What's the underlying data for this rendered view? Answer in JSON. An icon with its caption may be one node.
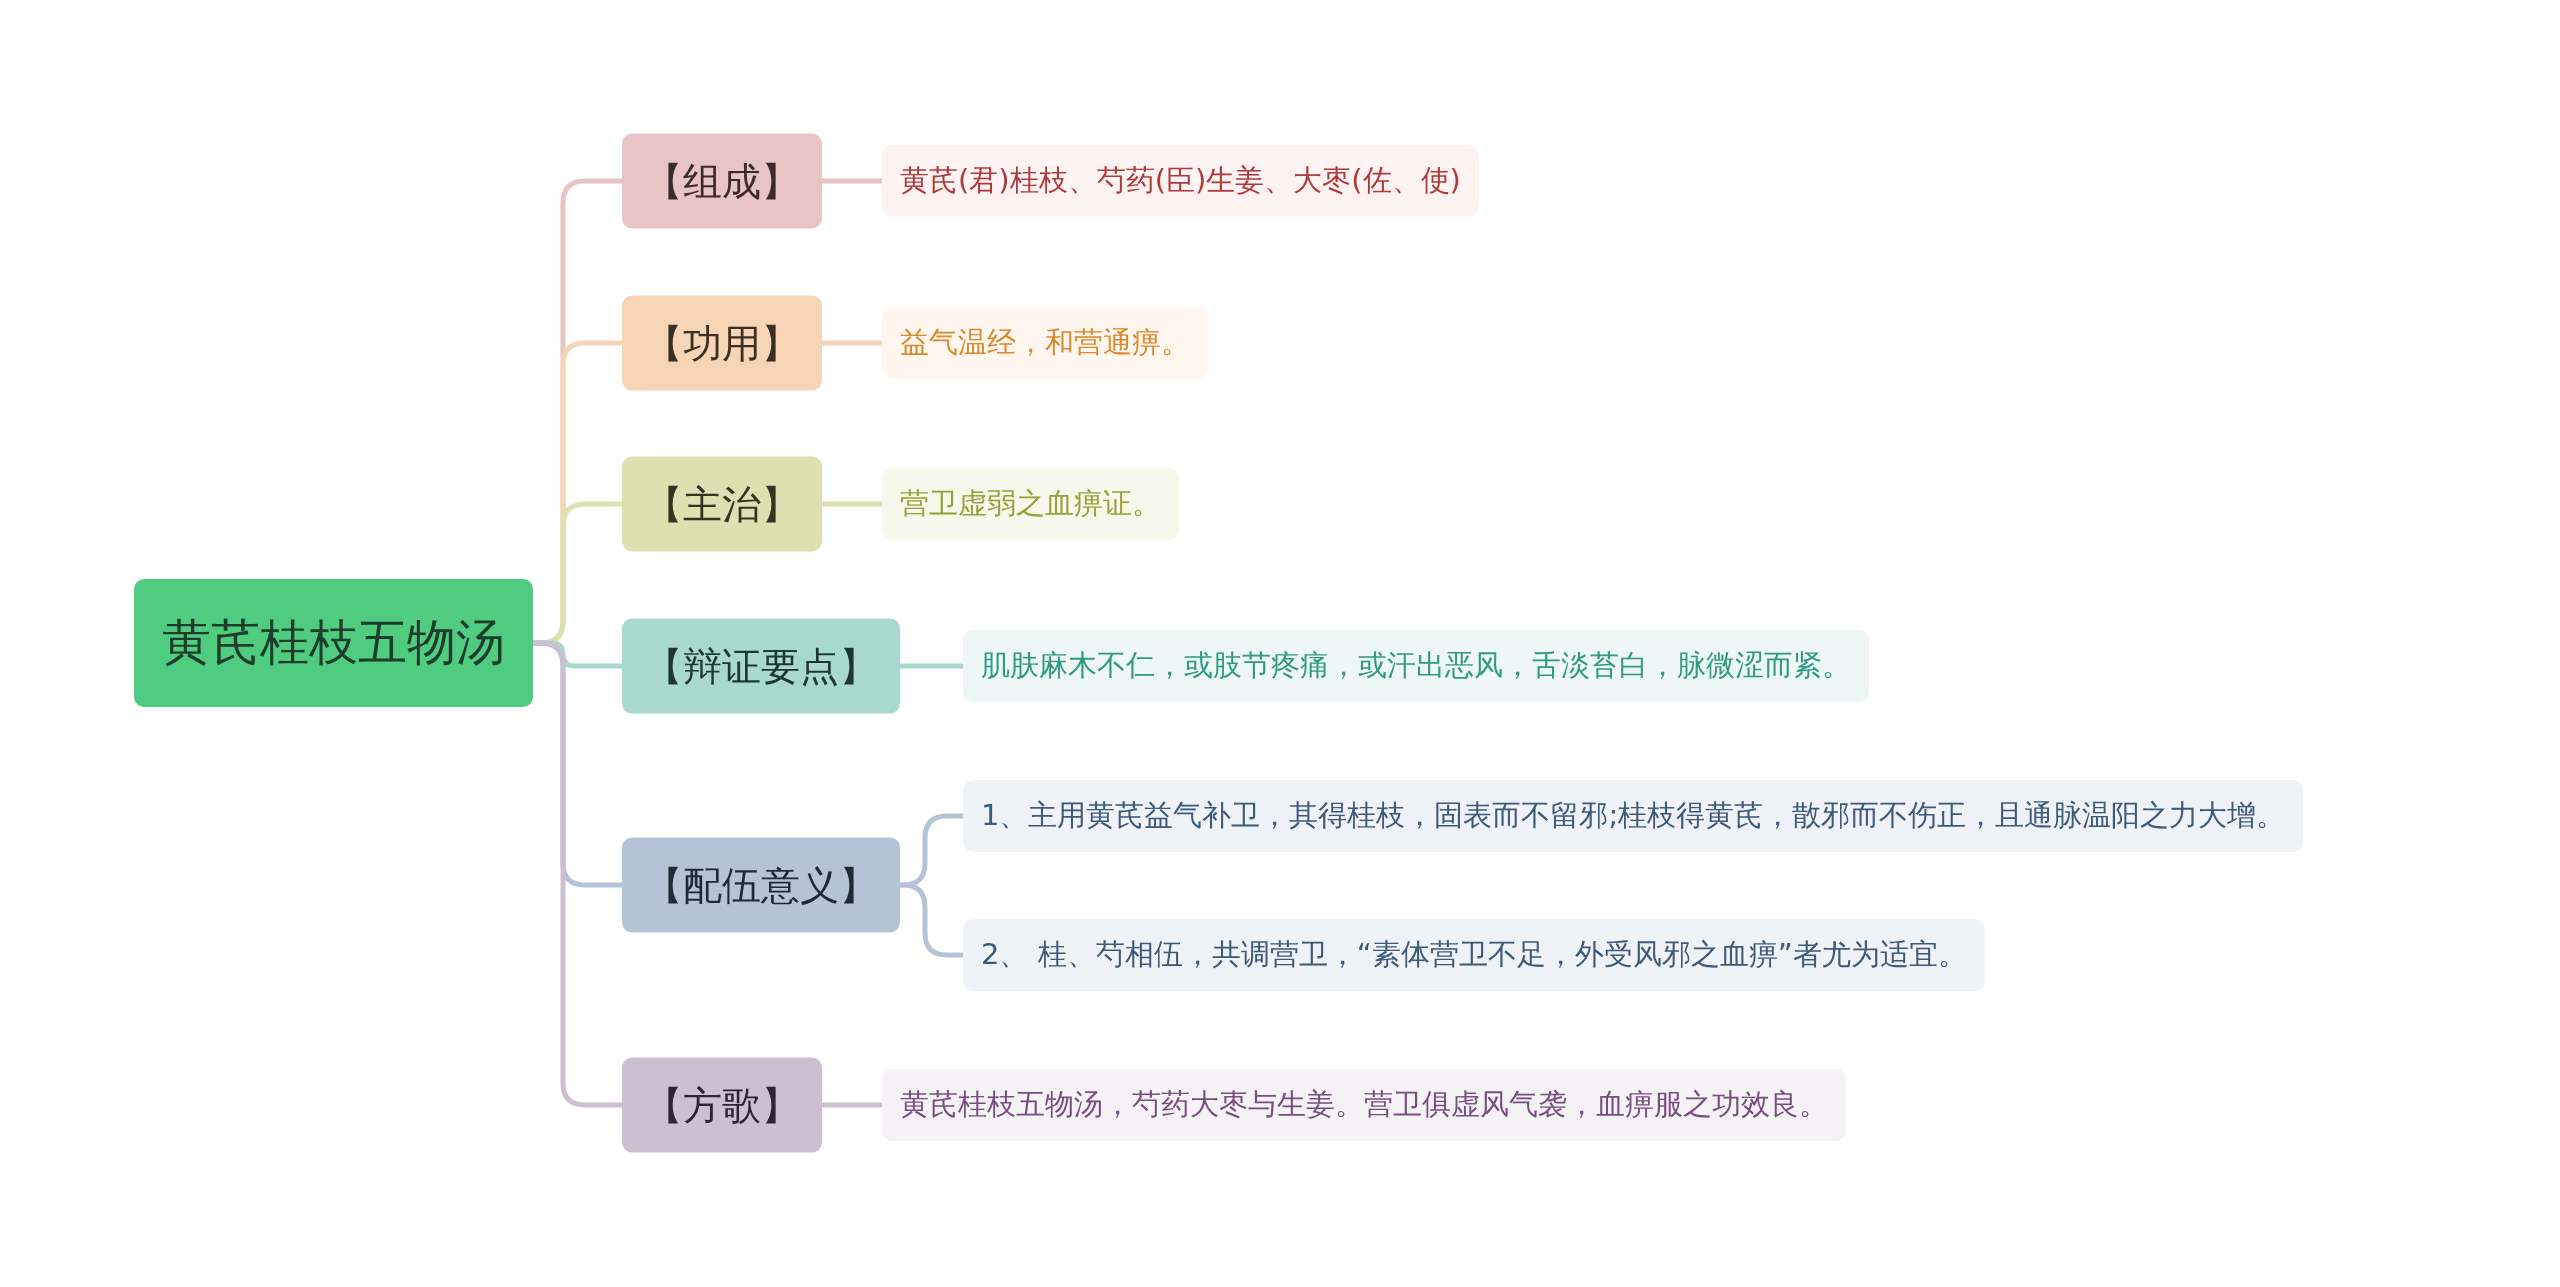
{
  "diagram": {
    "nodes": [
      {
        "text": [
          "黄芪桂枝五物汤"
        ]
      },
      {
        "text": [
          "【组成】"
        ]
      },
      {
        "text": [
          "黄芪(君)桂枝、芍药(臣)生姜、大枣(佐、使)"
        ]
      },
      {
        "text": [
          "【功用】"
        ]
      },
      {
        "text": [
          "益气温经，和营通痹。"
        ]
      },
      {
        "text": [
          "【主治】"
        ]
      },
      {
        "text": [
          "营卫虚弱之血痹证。"
        ]
      },
      {
        "text": [
          "【辩证要点】"
        ]
      },
      {
        "text": [
          "肌肤麻木不仁，或肢节疼痛，或汗出恶风，舌淡苔白，脉微涩而紧。"
        ]
      },
      {
        "text": [
          "【配伍意义】"
        ]
      },
      {
        "text": [
          "1、主用黄芪益气补卫，其得桂枝，固表而不留邪;桂枝得黄芪，散邪而不伤正，且通脉温阳之力大增。"
        ]
      },
      {
        "text": [
          "2、 桂、芍相伍，共调营卫，“素体营卫不足，外受风邪之血痹”者尤为适宜。"
        ]
      },
      {
        "text": [
          "【方歌】"
        ]
      },
      {
        "text": [
          "黄芪桂枝五物汤，芍药大枣与生姜。营卫俱虚风气袭，血痹服之功效良。"
        ]
      }
    ],
    "edges": [
      {
        "from": 0,
        "to": 1,
        "arrow": "none",
        "color": "#e8c4c4"
      },
      {
        "from": 0,
        "to": 3,
        "arrow": "none",
        "color": "#f5d5b5"
      },
      {
        "from": 0,
        "to": 5,
        "arrow": "none",
        "color": "#dde0b0"
      },
      {
        "from": 0,
        "to": 7,
        "arrow": "none",
        "color": "#a8d8cf"
      },
      {
        "from": 0,
        "to": 9,
        "arrow": "none",
        "color": "#b4c3d6"
      },
      {
        "from": 0,
        "to": 12,
        "arrow": "none",
        "color": "#cbbfd1"
      },
      {
        "from": 1,
        "to": 2,
        "arrow": "none",
        "color": "#e8c4c4"
      },
      {
        "from": 3,
        "to": 4,
        "arrow": "none",
        "color": "#f5d5b5"
      },
      {
        "from": 5,
        "to": 6,
        "arrow": "none",
        "color": "#dde0b0"
      },
      {
        "from": 7,
        "to": 8,
        "arrow": "none",
        "color": "#a8d8cf"
      },
      {
        "from": 9,
        "to": 10,
        "arrow": "none",
        "color": "#b4c3d6"
      },
      {
        "from": 9,
        "to": 11,
        "arrow": "none",
        "color": "#b4c3d6"
      },
      {
        "from": 12,
        "to": 13,
        "arrow": "none",
        "color": "#cbbfd1"
      }
    ]
  }
}
